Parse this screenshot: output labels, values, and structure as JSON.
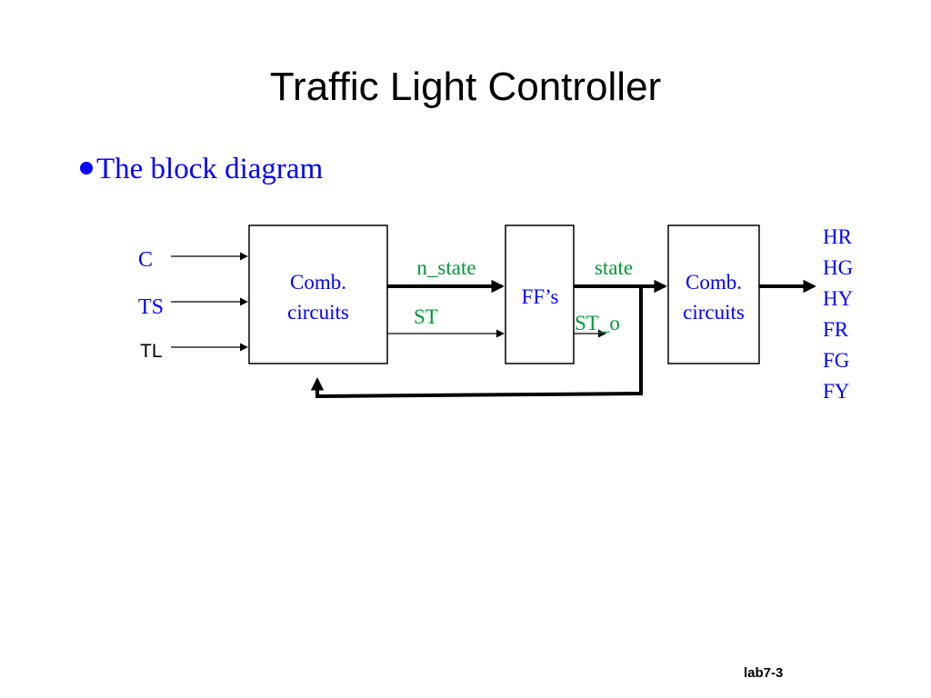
{
  "slide": {
    "title": "Traffic Light Controller",
    "bullet": "The block diagram",
    "footer": "lab7-3"
  },
  "colors": {
    "text_blue": "#0000ff",
    "label_green": "#009933",
    "line": "#000000"
  },
  "diagram": {
    "inputs": [
      "C",
      "TS",
      "TL"
    ],
    "blocks": {
      "comb_left": [
        "Comb.",
        "circuits"
      ],
      "ffs": "FF’s",
      "comb_right": [
        "Comb.",
        "circuits"
      ]
    },
    "signals": {
      "n_state": "n_state",
      "st": "ST",
      "state": "state",
      "st_o": "ST_o"
    },
    "outputs": [
      "HR",
      "HG",
      "HY",
      "FR",
      "FG",
      "FY"
    ]
  }
}
